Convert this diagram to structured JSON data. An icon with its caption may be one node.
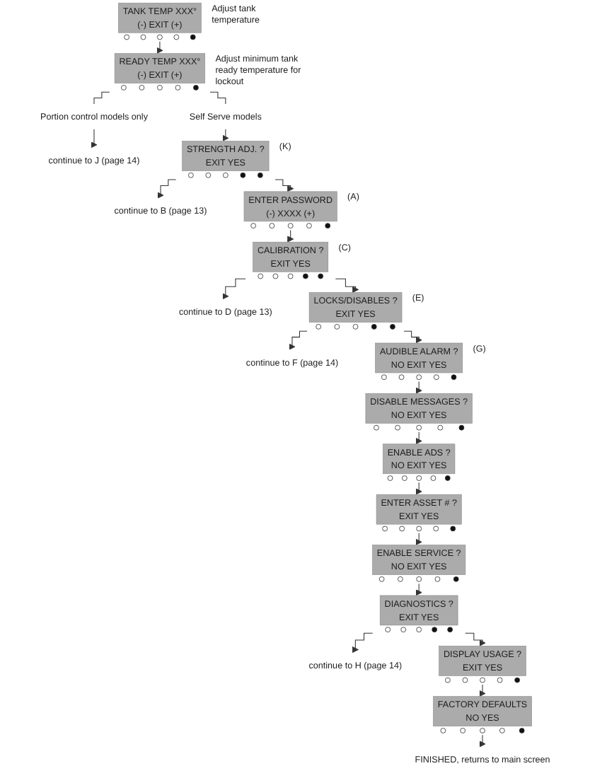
{
  "diagram": {
    "nodes": [
      {
        "text": [
          "TANK TEMP XXX°",
          "(-) EXIT (+)"
        ],
        "beside": [
          "Adjust tank temperature"
        ]
      },
      {
        "text": [
          "READY TEMP XXX°",
          "(-) EXIT (+)"
        ],
        "beside": [
          "Adjust minimum tank ready temperature for lockout"
        ]
      },
      {
        "text": [
          "Portion control models only"
        ]
      },
      {
        "text": [
          "Self Serve models"
        ]
      },
      {
        "text": [
          "continue to J (page 14)"
        ]
      },
      {
        "text": [
          "STRENGTH ADJ. ?",
          "EXIT YES"
        ],
        "beside": [
          "(K)"
        ]
      },
      {
        "text": [
          "continue to B (page 13)"
        ]
      },
      {
        "text": [
          "ENTER PASSWORD",
          "(-) XXXX (+)"
        ],
        "beside": [
          "(A)"
        ]
      },
      {
        "text": [
          "CALIBRATION ?",
          "EXIT YES"
        ],
        "beside": [
          "(C)"
        ]
      },
      {
        "text": [
          "continue to D (page 13)"
        ]
      },
      {
        "text": [
          "LOCKS/DISABLES ?",
          "EXIT YES"
        ],
        "beside": [
          "(E)"
        ]
      },
      {
        "text": [
          "continue to F (page 14)"
        ]
      },
      {
        "text": [
          "AUDIBLE ALARM ?",
          "NO EXIT YES"
        ],
        "beside": [
          "(G)"
        ]
      },
      {
        "text": [
          "DISABLE MESSAGES ?",
          "NO EXIT YES"
        ]
      },
      {
        "text": [
          "ENABLE ADS ?",
          "NO EXIT YES"
        ]
      },
      {
        "text": [
          "ENTER ASSET # ?",
          "EXIT YES"
        ]
      },
      {
        "text": [
          "ENABLE SERVICE ?",
          "NO EXIT YES"
        ]
      },
      {
        "text": [
          "DIAGNOSTICS ?",
          "EXIT YES"
        ]
      },
      {
        "text": [
          "continue to H (page 14)"
        ]
      },
      {
        "text": [
          "DISPLAY USAGE ?",
          "EXIT YES"
        ]
      },
      {
        "text": [
          "FACTORY DEFAULTS",
          "NO YES"
        ]
      },
      {
        "text": [
          "FINISHED, returns to main screen"
        ]
      }
    ],
    "edges": [
      {
        "from": 0,
        "to": 1,
        "arrow": "to"
      },
      {
        "from": 1,
        "to": 2,
        "arrow": "none"
      },
      {
        "from": 1,
        "to": 3,
        "arrow": "none"
      },
      {
        "from": 2,
        "to": 4,
        "arrow": "to"
      },
      {
        "from": 3,
        "to": 5,
        "arrow": "to"
      },
      {
        "from": 5,
        "to": 7,
        "arrow": "to"
      },
      {
        "from": 5,
        "to": 6,
        "arrow": "to"
      },
      {
        "from": 7,
        "to": 8,
        "arrow": "to"
      },
      {
        "from": 8,
        "to": 10,
        "arrow": "to"
      },
      {
        "from": 8,
        "to": 9,
        "arrow": "to"
      },
      {
        "from": 10,
        "to": 12,
        "arrow": "to"
      },
      {
        "from": 10,
        "to": 11,
        "arrow": "to"
      },
      {
        "from": 12,
        "to": 13,
        "arrow": "to"
      },
      {
        "from": 13,
        "to": 14,
        "arrow": "to"
      },
      {
        "from": 14,
        "to": 15,
        "arrow": "to"
      },
      {
        "from": 15,
        "to": 16,
        "arrow": "to"
      },
      {
        "from": 16,
        "to": 17,
        "arrow": "to"
      },
      {
        "from": 17,
        "to": 19,
        "arrow": "to"
      },
      {
        "from": 17,
        "to": 18,
        "arrow": "to"
      },
      {
        "from": 19,
        "to": 20,
        "arrow": "to"
      },
      {
        "from": 20,
        "to": 21,
        "arrow": "to"
      }
    ]
  }
}
